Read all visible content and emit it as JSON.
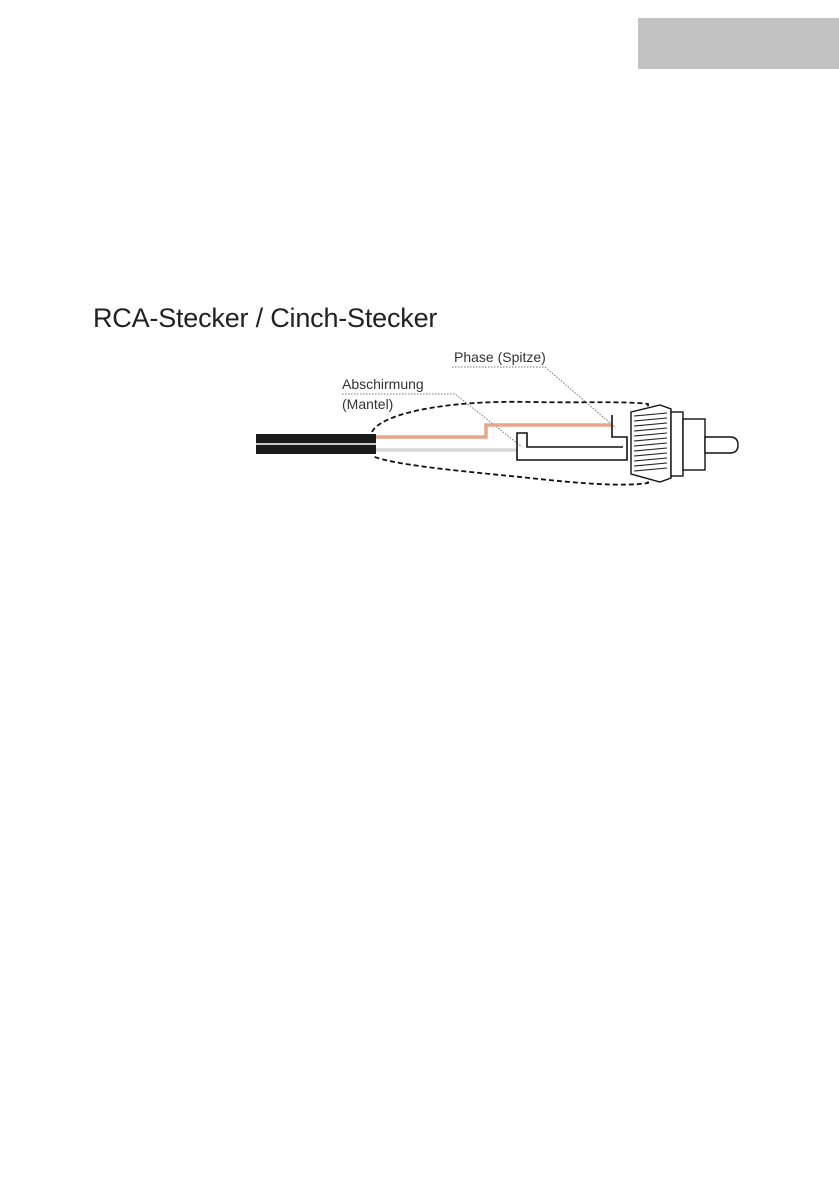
{
  "title": "RCA-Stecker / Cinch-Stecker",
  "labels": {
    "phase": "Phase (Spitze)",
    "shield_line1": "Abschirmung",
    "shield_line2": "(Mantel)"
  },
  "colors": {
    "cable_jacket": "#1a1a1a",
    "phase_wire": "#e9a58a",
    "shield_wire": "#d9d9d9",
    "corner_tab": "#c2c2c2"
  }
}
